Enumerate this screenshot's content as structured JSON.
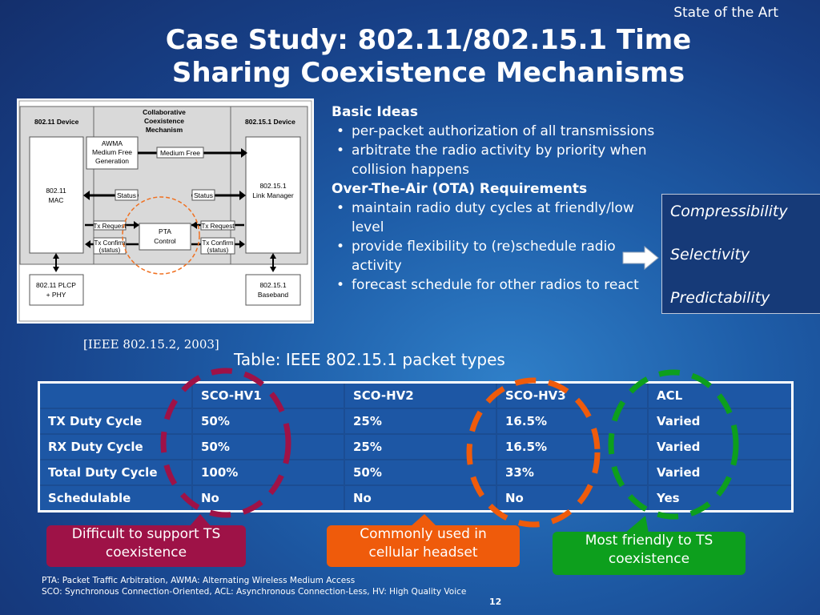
{
  "slide": {
    "section_tag": "State of the Art",
    "title_line1": "Case Study: 802.11/802.15.1 Time",
    "title_line2": "Sharing Coexistence Mechanisms",
    "citation": "[IEEE 802.15.2, 2003]",
    "page_number": "12"
  },
  "diagram": {
    "device_80211": "802.11 Device",
    "collab_line1": "Collaborative",
    "collab_line2": "Coexistence",
    "collab_line3": "Mechanism",
    "device_802151": "802.15.1 Device",
    "awma_line1": "AWMA",
    "awma_line2": "Medium Free",
    "awma_line3": "Generation",
    "medium_free": "Medium Free",
    "mac_line1": "802.11",
    "mac_line2": "MAC",
    "lm_line1": "802.15.1",
    "lm_line2": "Link Manager",
    "status": "Status",
    "tx_request": "Tx Request",
    "tx_confirm": "Tx Confirm",
    "status_paren": "(status)",
    "pta_line1": "PTA",
    "pta_line2": "Control",
    "plcp_line1": "802.11 PLCP",
    "plcp_line2": "+ PHY",
    "bb_line1": "802.15.1",
    "bb_line2": "Baseband"
  },
  "ideas": {
    "basic_heading": "Basic Ideas",
    "basic_items": [
      "per-packet authorization of all transmissions",
      "arbitrate the radio activity by priority when collision happens"
    ],
    "ota_heading": "Over-The-Air (OTA) Requirements",
    "ota_items": [
      "maintain radio duty cycles at friendly/low level",
      "provide flexibility to (re)schedule radio activity",
      "forecast schedule for other radios to react"
    ]
  },
  "properties": [
    "Compressibility",
    "Selectivity",
    "Predictability"
  ],
  "table": {
    "caption": "Table: IEEE 802.15.1 packet types",
    "headers": [
      "",
      "SCO-HV1",
      "SCO-HV2",
      "SCO-HV3",
      "ACL"
    ],
    "rows": [
      [
        "TX Duty Cycle",
        "50%",
        "25%",
        "16.5%",
        "Varied"
      ],
      [
        "RX Duty Cycle",
        "50%",
        "25%",
        "16.5%",
        "Varied"
      ],
      [
        "Total Duty Cycle",
        "100%",
        "50%",
        "33%",
        "Varied"
      ],
      [
        "Schedulable",
        "No",
        "No",
        "No",
        "Yes"
      ]
    ]
  },
  "callouts": {
    "hv1_line1": "Difficult to support TS",
    "hv1_line2": "coexistence",
    "hv1_color": "#9e1247",
    "hv3_line1": "Commonly used in",
    "hv3_line2": "cellular headset",
    "hv3_color": "#ef5b0b",
    "acl_line1": "Most friendly to TS",
    "acl_line2": "coexistence",
    "acl_color": "#0d9f1d"
  },
  "footnotes": {
    "line1": "PTA: Packet Traffic Arbitration, AWMA: Alternating Wireless Medium Access",
    "line2": "SCO: Synchronous Connection-Oriented, ACL: Asynchronous Connection-Less, HV: High Quality Voice"
  }
}
